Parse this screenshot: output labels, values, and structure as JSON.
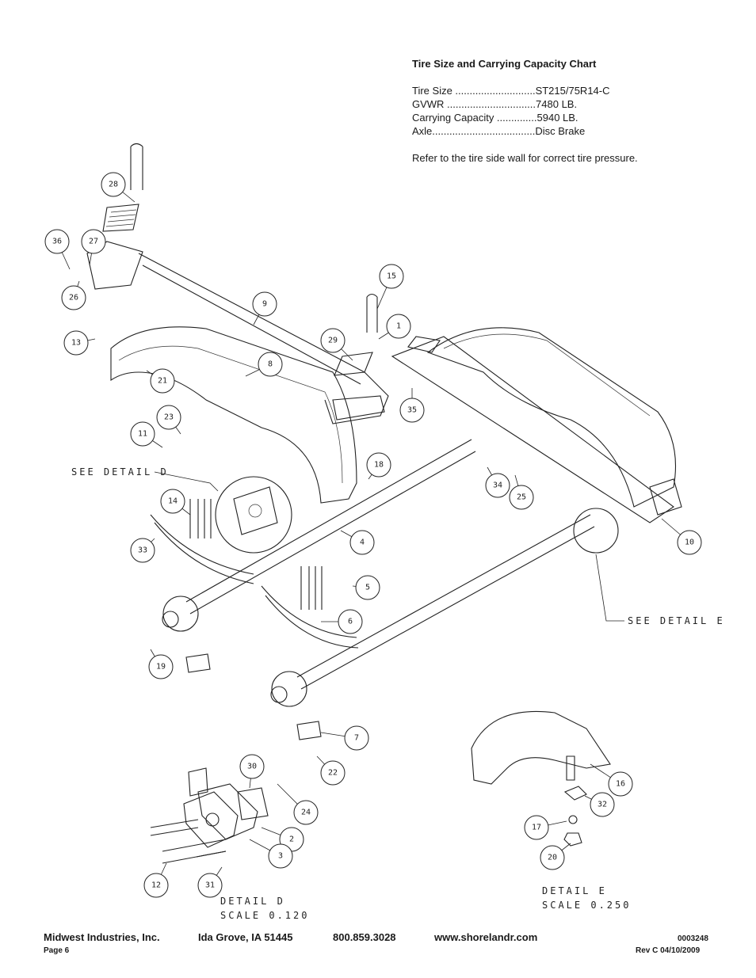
{
  "spec_chart": {
    "title": "Tire Size and Carrying Capacity Chart",
    "rows": [
      {
        "label": "Tire Size ............................",
        "value": "ST215/75R14-C"
      },
      {
        "label": "GVWR ...............................",
        "value": "7480 LB."
      },
      {
        "label": "Carrying Capacity ..............",
        "value": "5940 LB."
      },
      {
        "label": "Axle....................................",
        "value": "Disc Brake"
      }
    ],
    "note": "Refer to the tire side wall for correct tire pressure."
  },
  "drawing": {
    "see_detail_d": "SEE DETAIL  D",
    "see_detail_e": "SEE DETAIL  E",
    "detail_d_title": "DETAIL  D",
    "detail_d_scale": "SCALE  0.120",
    "detail_e_title": "DETAIL  E",
    "detail_e_scale": "SCALE  0.250",
    "callouts": [
      "28",
      "36",
      "27",
      "26",
      "15",
      "9",
      "13",
      "1",
      "29",
      "8",
      "21",
      "35",
      "23",
      "11",
      "18",
      "14",
      "34",
      "25",
      "33",
      "4",
      "10",
      "5",
      "6",
      "19",
      "7",
      "22",
      "30",
      "24",
      "2",
      "3",
      "16",
      "32",
      "17",
      "20",
      "12",
      "31"
    ]
  },
  "footer": {
    "company": "Midwest Industries, Inc.",
    "location": "Ida Grove, IA  51445",
    "phone": "800.859.3028",
    "website": "www.shorelandr.com",
    "doc_number": "0003248",
    "page": "Page 6",
    "revision": "Rev  C  04/10/2009"
  }
}
